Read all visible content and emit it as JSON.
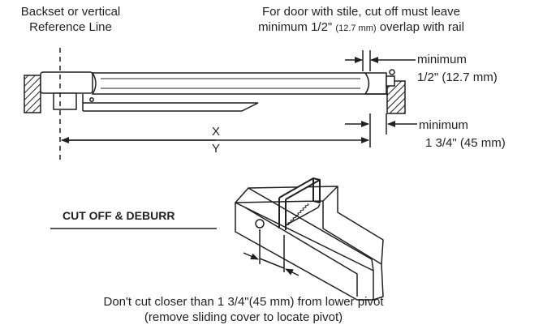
{
  "labels": {
    "backset_line1": "Backset or vertical",
    "backset_line2": "Reference Line",
    "stile_line1": "For door with stile, cut off must leave",
    "stile_line2_a": "minimum 1/2\" ",
    "stile_line2_mm": "(12.7 mm)",
    "stile_line2_b": " overlap with rail",
    "min_top_1": "minimum",
    "min_top_2": "1/2\" (12.7 mm)",
    "min_bot_1": "minimum",
    "min_bot_2": "1 3/4\" (45 mm)",
    "dim_x": "X",
    "dim_y": "Y",
    "cutoff": "CUT OFF & DEBURR",
    "bottom_line1": "Don't cut closer than 1 3/4\"(45 mm) from lower pivot",
    "bottom_line2": "(remove sliding cover to locate pivot)"
  }
}
